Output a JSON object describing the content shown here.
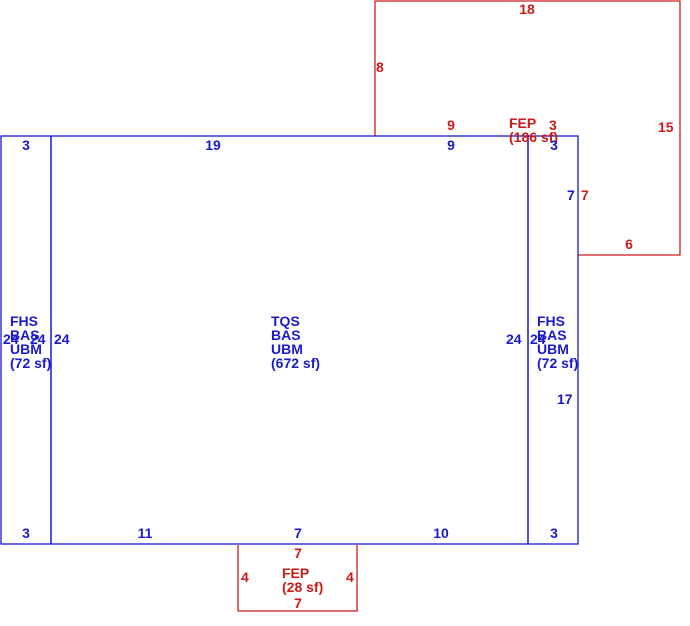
{
  "colors": {
    "living": "#1a1acc",
    "porch": "#cc1a1a"
  },
  "areas": {
    "left": {
      "lines": [
        "FHS",
        "BAS",
        "UBM",
        "(72 sf)"
      ]
    },
    "main": {
      "lines": [
        "TQS",
        "BAS",
        "UBM",
        "(672 sf)"
      ]
    },
    "right": {
      "lines": [
        "FHS",
        "BAS",
        "UBM",
        "(72 sf)"
      ]
    },
    "porch_top": {
      "lines": [
        "FEP",
        "(186 sf)"
      ]
    },
    "porch_bottom": {
      "lines": [
        "FEP",
        "(28 sf)"
      ]
    }
  },
  "dimensions": {
    "left_top": "3",
    "left_bottom": "3",
    "left_side_outer": "24",
    "left_side_inner": "24",
    "left_side_mid": "24",
    "main_top": "19",
    "main_top_right": "9",
    "main_left": "24",
    "main_right": "24",
    "main_bottom_left": "11",
    "main_bottom_mid": "7",
    "main_bottom_right": "10",
    "right_top": "3",
    "right_bottom": "3",
    "right_left": "24",
    "right_step": "7",
    "right_lower": "17",
    "porch_top_top": "18",
    "porch_top_left": "8",
    "porch_top_bottom_left": "9",
    "porch_top_notch": "3",
    "porch_top_right": "15",
    "porch_top_step": "7",
    "porch_top_bottom_right": "6",
    "porch_bottom_top": "7",
    "porch_bottom_bottom": "7",
    "porch_bottom_left": "4",
    "porch_bottom_right": "4"
  }
}
